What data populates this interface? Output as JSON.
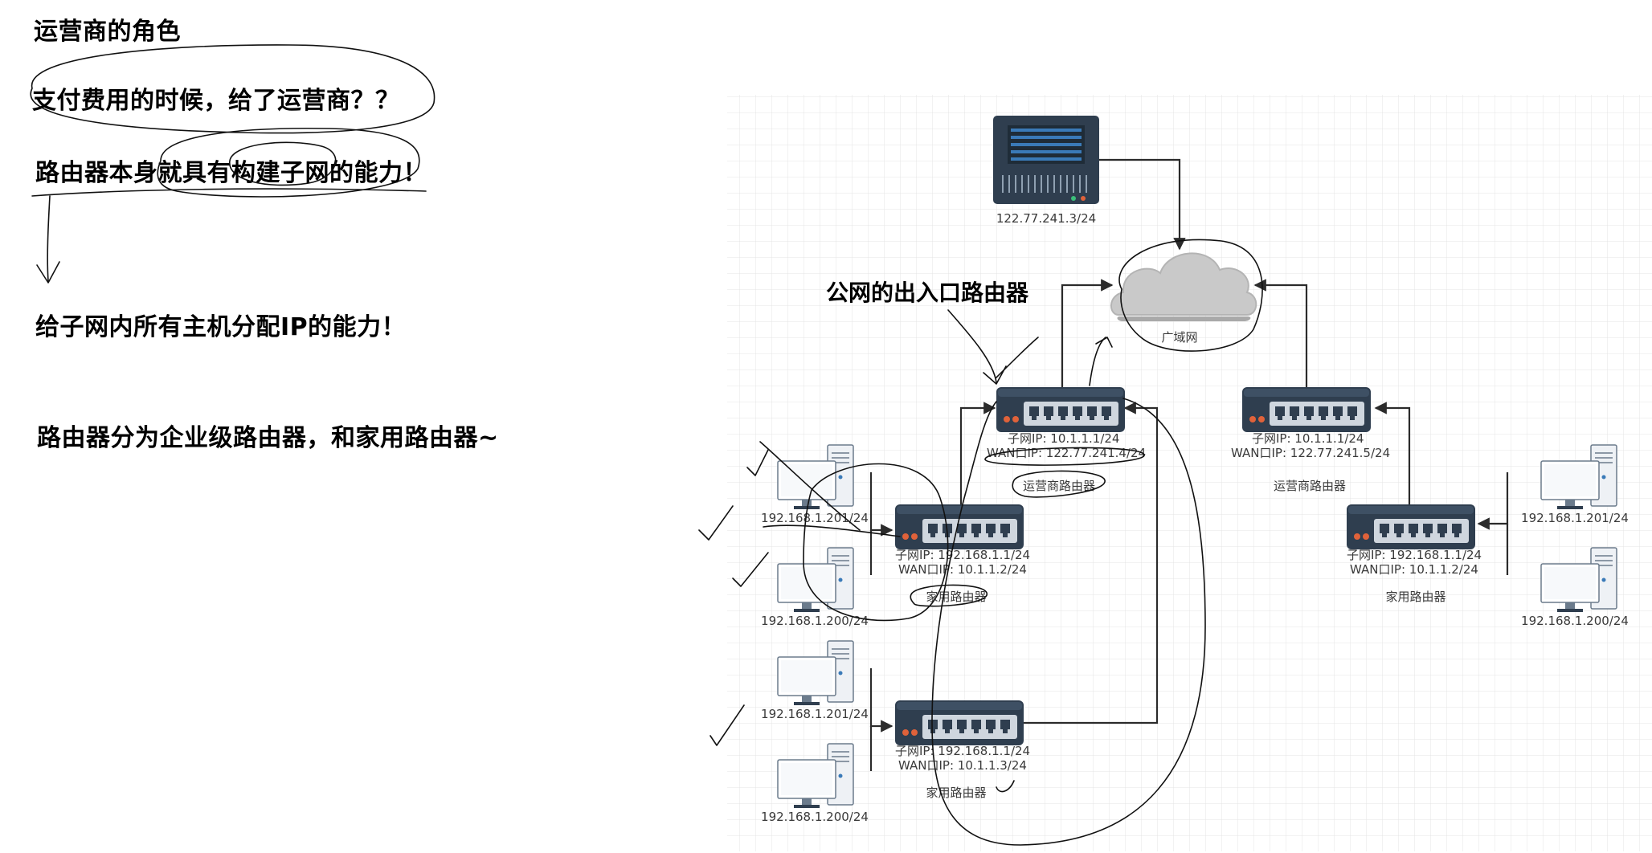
{
  "notes": {
    "title": "运营商的角色",
    "line1": "支付费用的时候，给了运营商？？",
    "line2": "路由器本身就具有构建子网的能力！",
    "line3": "给子网内所有主机分配IP的能力！",
    "line4": "路由器分为企业级路由器，和家用路由器~"
  },
  "diagram": {
    "heading": "公网的出入口路由器",
    "server": {
      "ip": "122.77.241.3/24",
      "icon": "server-icon"
    },
    "cloud": {
      "label": "广域网",
      "icon": "cloud-icon"
    },
    "isp_router_left": {
      "subnet": "子网IP:   10.1.1.1/24",
      "wan": "WAN口IP:  122.77.241.4/24",
      "label": "运营商路由器",
      "icon": "router-icon"
    },
    "isp_router_right": {
      "subnet": "子网IP:   10.1.1.1/24",
      "wan": "WAN口IP:  122.77.241.5/24",
      "label": "运营商路由器",
      "icon": "router-icon"
    },
    "home_router_mid": {
      "subnet": "子网IP:   192.168.1.1/24",
      "wan": "WAN口IP:  10.1.1.2/24",
      "label": "家用路由器",
      "icon": "router-icon"
    },
    "home_router_low": {
      "subnet": "子网IP:   192.168.1.1/24",
      "wan": "WAN口IP:  10.1.1.3/24",
      "label": "家用路由器",
      "icon": "router-icon"
    },
    "home_router_right": {
      "subnet": "子网IP:   192.168.1.1/24",
      "wan": "WAN口IP:  10.1.1.2/24",
      "label": "家用路由器",
      "icon": "router-icon"
    },
    "hosts": {
      "left_a1": "192.168.1.201/24",
      "left_a2": "192.168.1.200/24",
      "left_b1": "192.168.1.201/24",
      "left_b2": "192.168.1.200/24",
      "right_1": "192.168.1.201/24",
      "right_2": "192.168.1.200/24",
      "icon": "desktop-computer-icon"
    }
  },
  "colors": {
    "device_dark": "#2f3e4f",
    "port_light": "#cfd6de",
    "server_blue": "#3a7ab8",
    "cloud_gray": "#c9c9c9",
    "grid_line": "#e4e4e4",
    "led_red": "#e0623a",
    "led_green": "#3bbf7a"
  }
}
